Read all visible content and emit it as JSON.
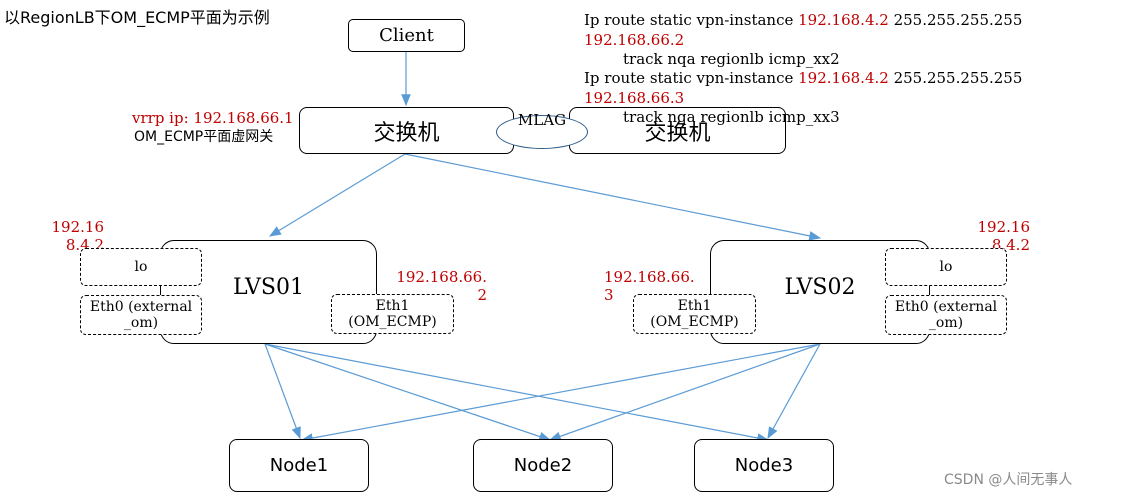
{
  "title": "以RegionLB下OM_ECMP平面为示例",
  "client": "Client",
  "switch1": "交换机",
  "switch2": "交换机",
  "mlag": "MLAG",
  "vrrp_label": "vrrp ip: 192.168.66.1",
  "om_ecmp_gateway": "OM_ECMP平面虚网关",
  "routes": {
    "r1_prefix": "Ip route static vpn-instance ",
    "r1_ip": "192.168.4.2",
    "r1_mask": " 255.255.255.255",
    "r1_nexthop": "192.168.66.2",
    "r1_track": "track nqa regionlb icmp_xx2",
    "r2_prefix": "Ip route static vpn-instance ",
    "r2_ip": "192.168.4.2",
    "r2_mask": " 255.255.255.255",
    "r2_nexthop": "192.168.66.3",
    "r2_track": "track nqa regionlb icmp_xx3"
  },
  "lvs01": {
    "name": "LVS01",
    "lo": "lo",
    "lo_ip": "192.168.4.2",
    "eth0": "Eth0 (external_om)",
    "eth1": "Eth1 (OM_ECMP)",
    "eth1_ip": "192.168.66.2"
  },
  "lvs02": {
    "name": "LVS02",
    "lo": "lo",
    "lo_ip": "192.168.4.2",
    "eth0": "Eth0 (external_om)",
    "eth1": "Eth1 (OM_ECMP)",
    "eth1_ip": "192.168.66.3"
  },
  "nodes": [
    "Node1",
    "Node2",
    "Node3"
  ],
  "watermark": "CSDN @人间无事人",
  "colors": {
    "ip_red": "#c00000",
    "arrow_blue": "#5b9bd5",
    "mlag_border": "#2e5c8a"
  }
}
